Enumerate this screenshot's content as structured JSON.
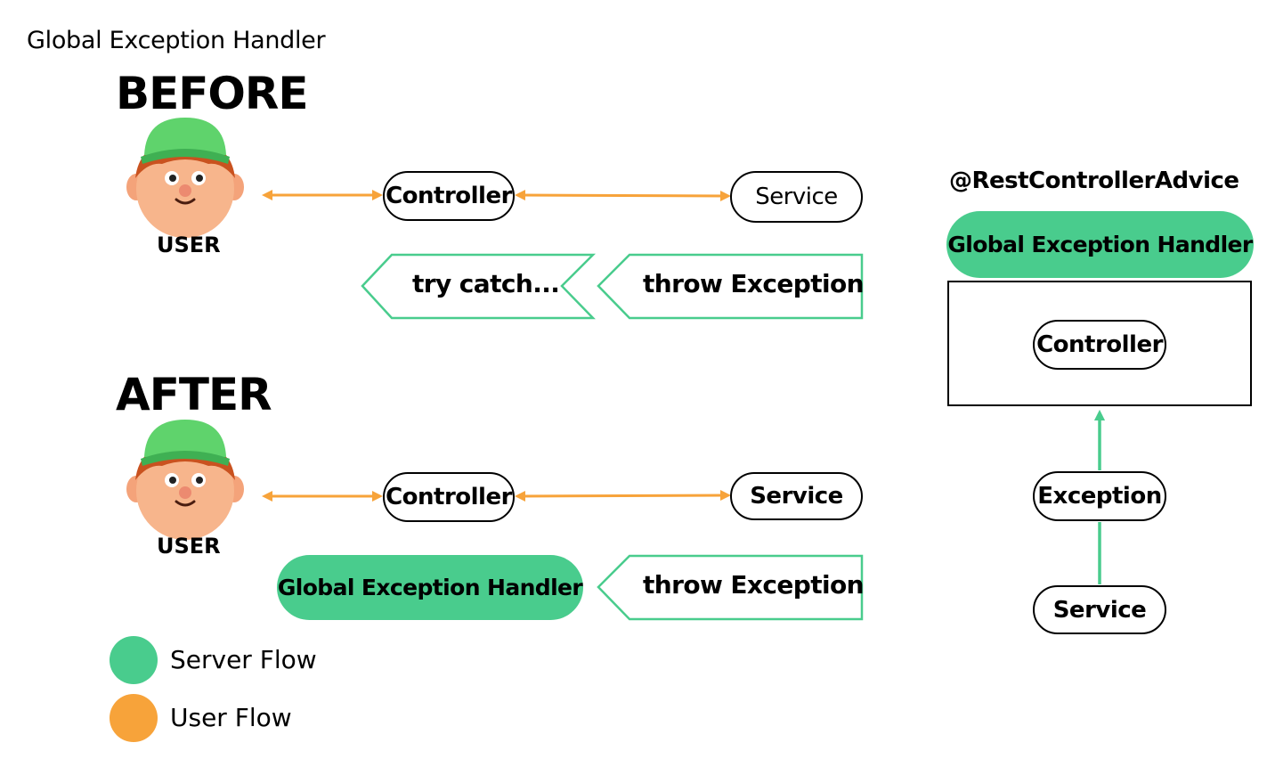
{
  "title": "Global Exception Handler",
  "before": {
    "heading": "BEFORE",
    "user_label": "USER",
    "controller": "Controller",
    "service": "Service",
    "left_tag": "try catch...",
    "right_tag": "throw Exception"
  },
  "after": {
    "heading": "AFTER",
    "user_label": "USER",
    "controller": "Controller",
    "service": "Service",
    "handler": "Global Exception Handler",
    "right_tag": "throw Exception"
  },
  "right_panel": {
    "annotation": "@RestControllerAdvice",
    "handler": "Global Exception Handler",
    "controller": "Controller",
    "exception": "Exception",
    "service": "Service"
  },
  "legend": [
    {
      "label": "Server Flow",
      "color": "#49cc8d"
    },
    {
      "label": "User Flow",
      "color": "#f7a33a"
    }
  ],
  "colors": {
    "server_flow": "#49cc8d",
    "user_flow": "#f7a33a"
  }
}
